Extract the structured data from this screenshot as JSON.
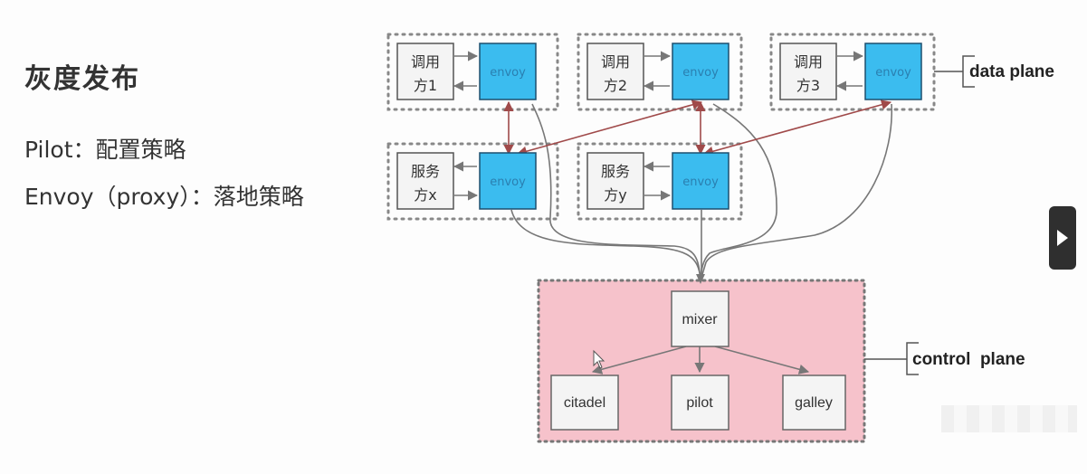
{
  "slide": {
    "title": "灰度发布",
    "line1": "Pilot：配置策略",
    "line2": "Envoy（proxy）：落地策略"
  },
  "diagram": {
    "callers": [
      {
        "l1": "调用",
        "l2": "方1"
      },
      {
        "l1": "调用",
        "l2": "方2"
      },
      {
        "l1": "调用",
        "l2": "方3"
      }
    ],
    "services": [
      {
        "l1": "服务",
        "l2": "方x"
      },
      {
        "l1": "服务",
        "l2": "方y"
      }
    ],
    "envoy_label": "envoy",
    "data_plane_label": "data plane",
    "control_plane_label": "control  plane",
    "mixer_label": "mixer",
    "citadel_label": "citadel",
    "pilot_label": "pilot",
    "galley_label": "galley"
  },
  "colors": {
    "envoy_fill": "#3bbcef",
    "control_plane_fill": "#f6c2cb",
    "arrow_gray": "#777777",
    "arrow_red": "#a04a4a"
  },
  "icons": [
    "play-icon"
  ]
}
